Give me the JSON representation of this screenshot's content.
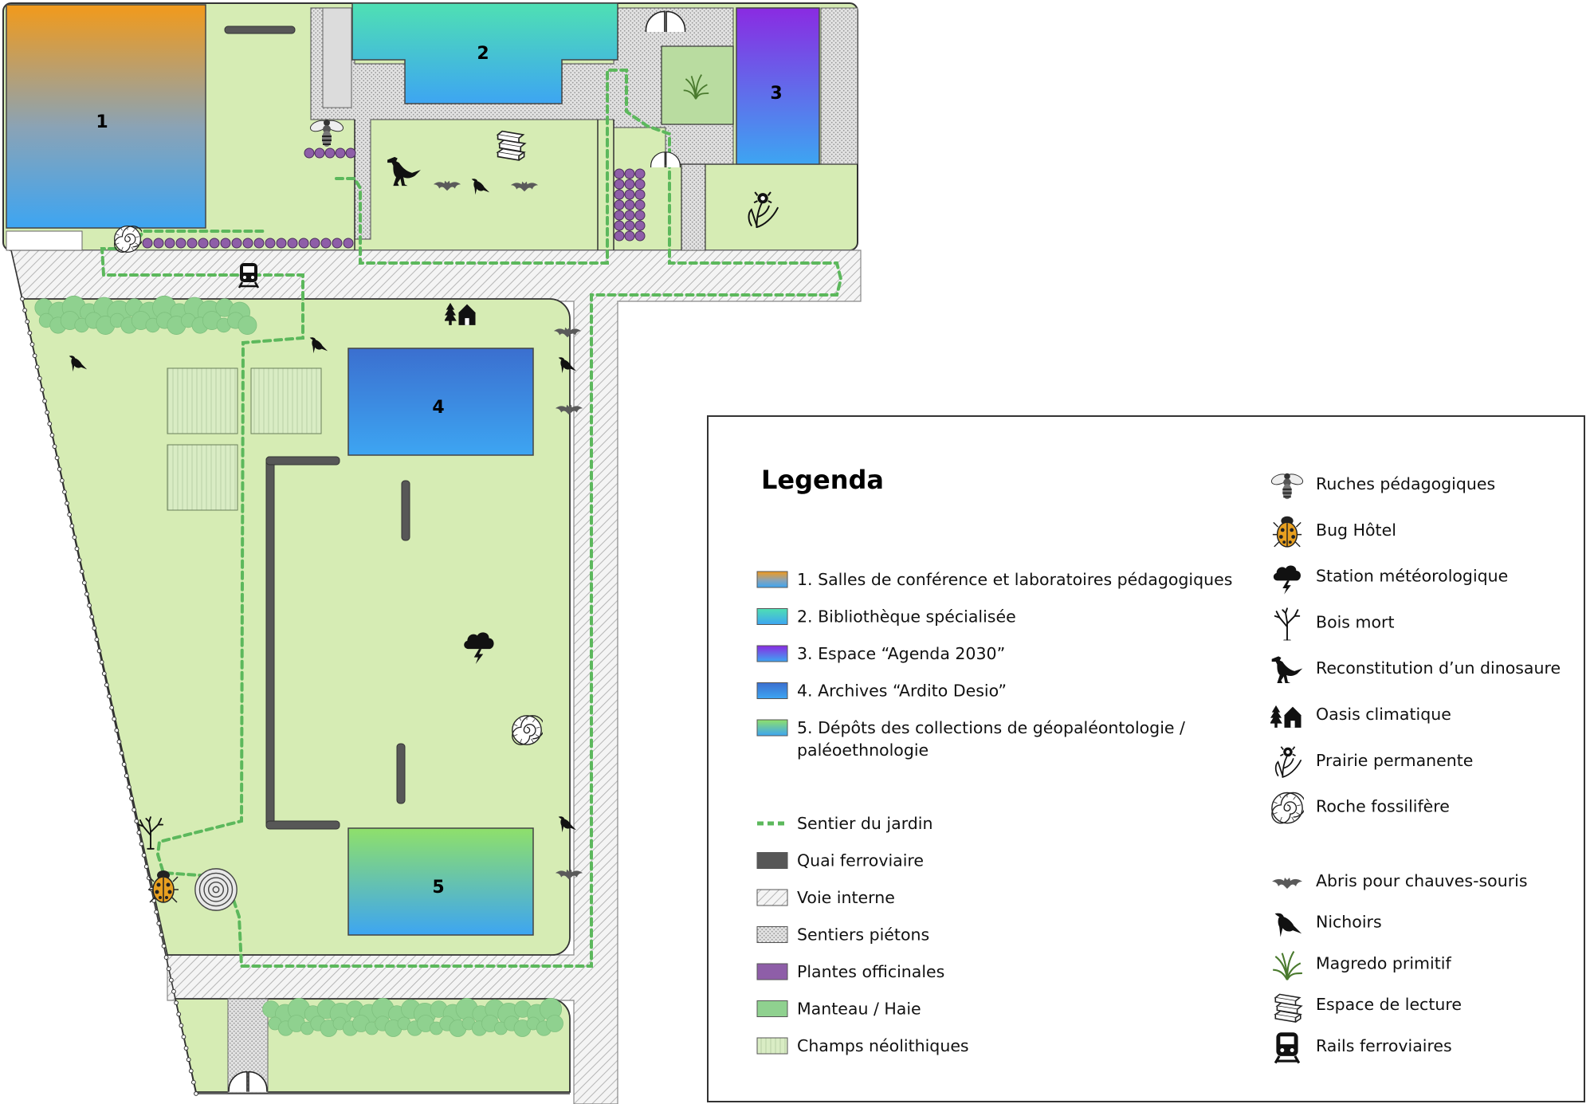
{
  "buildings": [
    {
      "id": "1"
    },
    {
      "id": "2"
    },
    {
      "id": "3"
    },
    {
      "id": "4"
    },
    {
      "id": "5"
    }
  ],
  "legend": {
    "title": "Legenda",
    "areas": [
      {
        "text": "1. Salles de conférence et laboratoires pédagogiques",
        "swatch": "grad-1"
      },
      {
        "text": "2. Bibliothèque spécialisée",
        "swatch": "grad-2"
      },
      {
        "text": "3. Espace “Agenda 2030”",
        "swatch": "grad-3"
      },
      {
        "text": "4. Archives “Ardito Desio”",
        "swatch": "grad-4"
      },
      {
        "text": "5. Dépôts des collections de géopaléontologie /",
        "text2": "paléoethnologie",
        "swatch": "grad-5"
      }
    ],
    "features": [
      {
        "text": "Sentier du jardin",
        "swatch": "path-line",
        "color": "#5cb85c"
      },
      {
        "text": "Quai ferroviaire",
        "swatch": "solid",
        "color": "#575757"
      },
      {
        "text": "Voie interne",
        "swatch": "hatch"
      },
      {
        "text": "Sentiers piétons",
        "swatch": "dots"
      },
      {
        "text": "Plantes officinales",
        "swatch": "solid",
        "color": "#8e5ea8"
      },
      {
        "text": "Manteau / Haie",
        "swatch": "solid",
        "color": "#8fd18f"
      },
      {
        "text": "Champs néolithiques",
        "swatch": "stripes"
      }
    ],
    "symbols": [
      {
        "text": "Ruches pédagogiques",
        "icon": "bee-icon"
      },
      {
        "text": "Bug Hôtel",
        "icon": "ladybug-icon"
      },
      {
        "text": "Station météorologique",
        "icon": "storm-cloud-icon"
      },
      {
        "text": "Bois mort",
        "icon": "dead-tree-icon"
      },
      {
        "text": "Reconstitution d’un dinosaure",
        "icon": "dinosaur-icon"
      },
      {
        "text": "Oasis climatique",
        "icon": "oasis-house-icon"
      },
      {
        "text": "Prairie permanente",
        "icon": "flower-icon"
      },
      {
        "text": "Roche fossilifère",
        "icon": "ammonite-icon"
      }
    ],
    "symbols2": [
      {
        "text": "Abris pour chauves-souris",
        "icon": "bat-icon"
      },
      {
        "text": "Nichoirs",
        "icon": "bird-icon"
      },
      {
        "text": "Magredo primitif",
        "icon": "grass-icon"
      },
      {
        "text": "Espace de lecture",
        "icon": "books-icon"
      },
      {
        "text": "Rails ferroviaires",
        "icon": "train-icon"
      }
    ]
  },
  "colors": {
    "lawn": "#d6ecb4",
    "hedge": "#8fd18f",
    "path": "#5cb85c",
    "platform": "#575757",
    "medicinal": "#8e5ea8"
  }
}
